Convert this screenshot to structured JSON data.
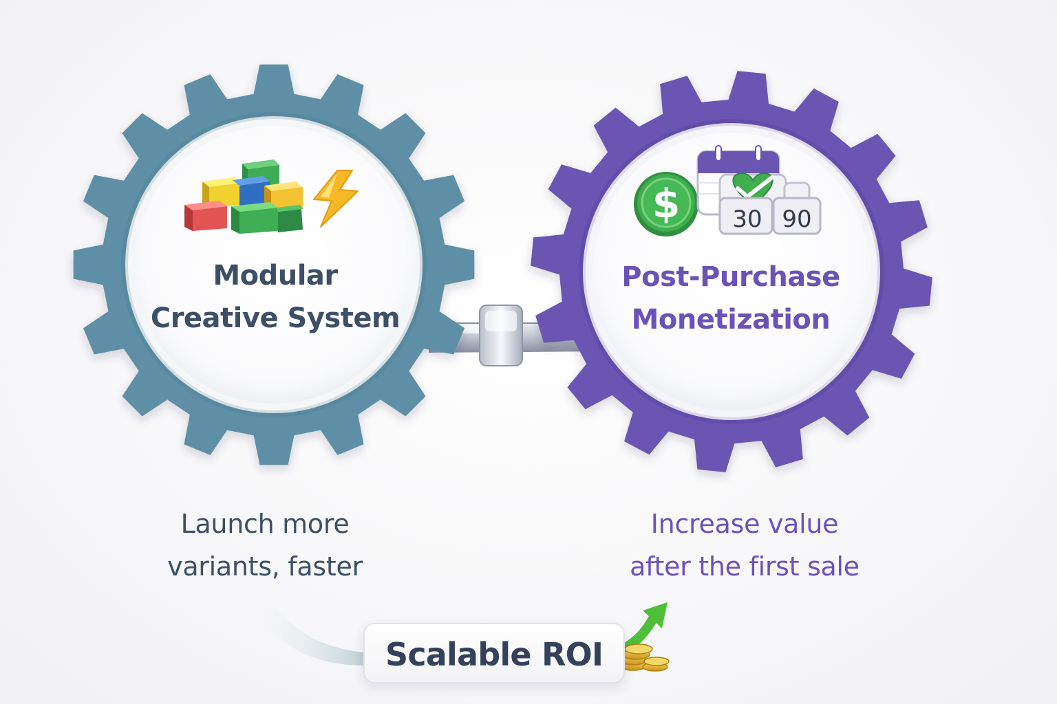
{
  "left_gear": {
    "title": "Modular\nCreative System",
    "caption": "Launch more\nvariants, faster",
    "color": "#5f8fa6",
    "icons": [
      "stacked-blocks-icon",
      "lightning-bolt-icon"
    ]
  },
  "right_gear": {
    "title": "Post-Purchase\nMonetization",
    "caption": "Increase value\nafter the first sale",
    "color": "#6b55b2",
    "icons": [
      "dollar-coin-icon",
      "calendar-icon",
      "heart-check-icon"
    ],
    "tiles": [
      "30",
      "90"
    ]
  },
  "outcome": {
    "label": "Scalable ROI",
    "icons": [
      "growth-arrow-icon",
      "coin-stack-icon"
    ]
  },
  "colors": {
    "left_text": "#3d4f66",
    "right_text": "#6b52b8",
    "dollar_green": "#3fae4f",
    "arrow_green": "#4fbf3a",
    "coin_gold": "#e8b82a"
  }
}
